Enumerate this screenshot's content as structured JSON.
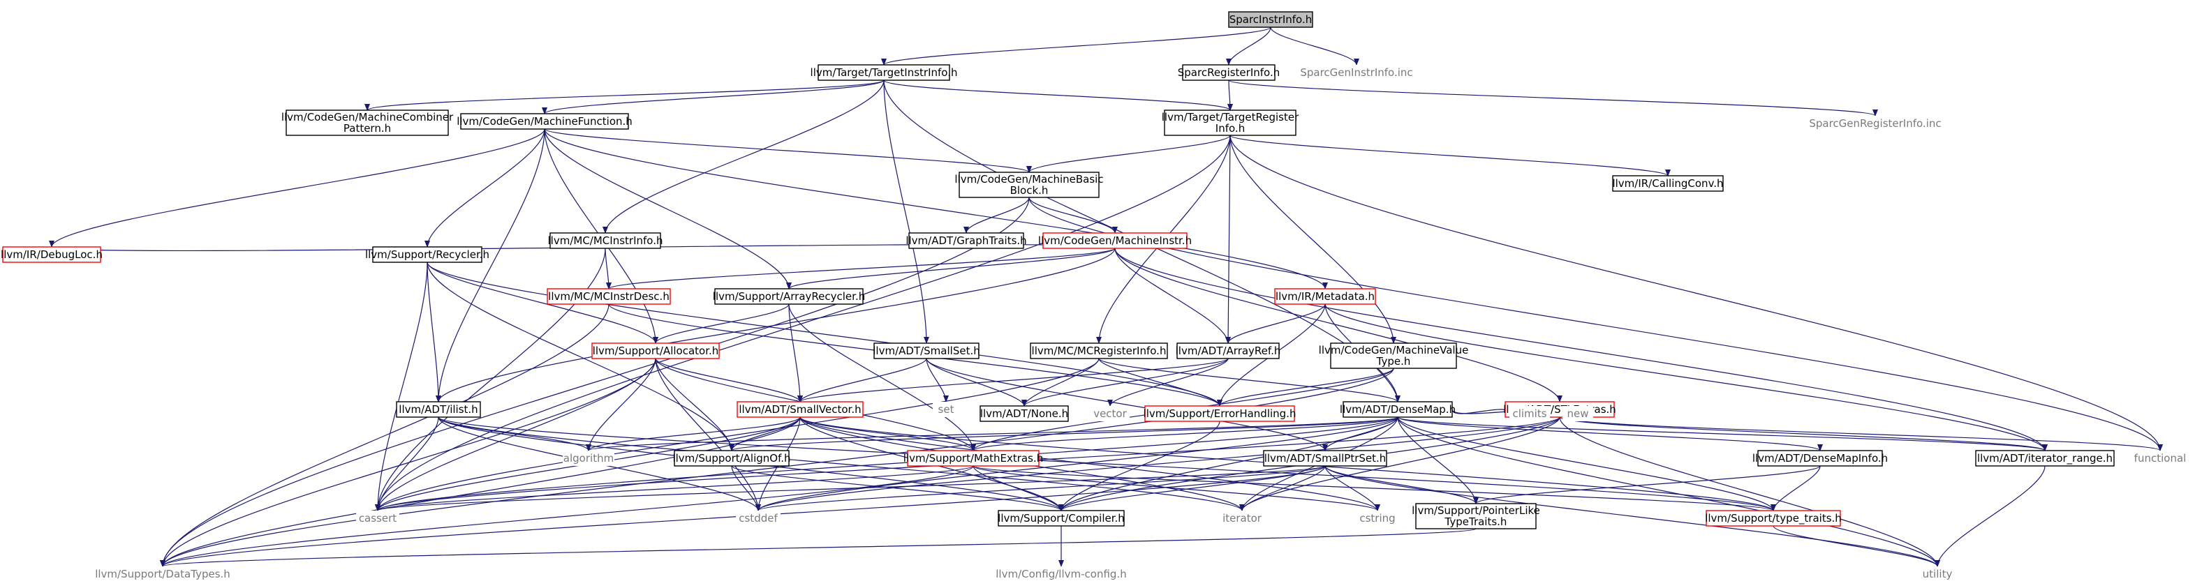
{
  "colors": {
    "edge": "#191970",
    "box_normal": "#000000",
    "box_truncated": "#ff0000",
    "box_root_fill": "#bfbfbf",
    "text_gray": "#7a7a7a"
  },
  "nodes": [
    {
      "id": "root",
      "lines": [
        "SparcInstrInfo.h"
      ],
      "style": "root"
    },
    {
      "id": "tii",
      "lines": [
        "llvm/Target/TargetInstrInfo.h"
      ],
      "style": "normal"
    },
    {
      "id": "sri",
      "lines": [
        "SparcRegisterInfo.h"
      ],
      "style": "normal"
    },
    {
      "id": "sgii",
      "lines": [
        "SparcGenInstrInfo.inc"
      ],
      "style": "plain"
    },
    {
      "id": "mcp",
      "lines": [
        "llvm/CodeGen/MachineCombiner",
        "Pattern.h"
      ],
      "style": "normal"
    },
    {
      "id": "mf",
      "lines": [
        "llvm/CodeGen/MachineFunction.h"
      ],
      "style": "normal"
    },
    {
      "id": "tri",
      "lines": [
        "llvm/Target/TargetRegister",
        "Info.h"
      ],
      "style": "normal"
    },
    {
      "id": "sgri",
      "lines": [
        "SparcGenRegisterInfo.inc"
      ],
      "style": "plain"
    },
    {
      "id": "mbb",
      "lines": [
        "llvm/CodeGen/MachineBasic",
        "Block.h"
      ],
      "style": "normal"
    },
    {
      "id": "cc",
      "lines": [
        "llvm/IR/CallingConv.h"
      ],
      "style": "normal"
    },
    {
      "id": "mcii",
      "lines": [
        "llvm/MC/MCInstrInfo.h"
      ],
      "style": "normal"
    },
    {
      "id": "gt",
      "lines": [
        "llvm/ADT/GraphTraits.h"
      ],
      "style": "normal"
    },
    {
      "id": "mi",
      "lines": [
        "llvm/CodeGen/MachineInstr.h"
      ],
      "style": "red"
    },
    {
      "id": "dl",
      "lines": [
        "llvm/IR/DebugLoc.h"
      ],
      "style": "red"
    },
    {
      "id": "rec",
      "lines": [
        "llvm/Support/Recycler.h"
      ],
      "style": "normal"
    },
    {
      "id": "mcid",
      "lines": [
        "llvm/MC/MCInstrDesc.h"
      ],
      "style": "red"
    },
    {
      "id": "ar",
      "lines": [
        "llvm/Support/ArrayRecycler.h"
      ],
      "style": "normal"
    },
    {
      "id": "md",
      "lines": [
        "llvm/IR/Metadata.h"
      ],
      "style": "red"
    },
    {
      "id": "alloc",
      "lines": [
        "llvm/Support/Allocator.h"
      ],
      "style": "red"
    },
    {
      "id": "ss",
      "lines": [
        "llvm/ADT/SmallSet.h"
      ],
      "style": "normal"
    },
    {
      "id": "mcri",
      "lines": [
        "llvm/MC/MCRegisterInfo.h"
      ],
      "style": "normal"
    },
    {
      "id": "aref",
      "lines": [
        "llvm/ADT/ArrayRef.h"
      ],
      "style": "normal"
    },
    {
      "id": "mvt",
      "lines": [
        "llvm/CodeGen/MachineValue",
        "Type.h"
      ],
      "style": "normal"
    },
    {
      "id": "ilist",
      "lines": [
        "llvm/ADT/ilist.h"
      ],
      "style": "normal"
    },
    {
      "id": "sv",
      "lines": [
        "llvm/ADT/SmallVector.h"
      ],
      "style": "red"
    },
    {
      "id": "set",
      "lines": [
        "set"
      ],
      "style": "plain"
    },
    {
      "id": "none",
      "lines": [
        "llvm/ADT/None.h"
      ],
      "style": "normal"
    },
    {
      "id": "vector",
      "lines": [
        "vector"
      ],
      "style": "plain"
    },
    {
      "id": "eh",
      "lines": [
        "llvm/Support/ErrorHandling.h"
      ],
      "style": "red"
    },
    {
      "id": "dm",
      "lines": [
        "llvm/ADT/DenseMap.h"
      ],
      "style": "normal"
    },
    {
      "id": "stle",
      "lines": [
        "llvm/ADT/STLExtras.h"
      ],
      "style": "red"
    },
    {
      "id": "algorithm",
      "lines": [
        "algorithm"
      ],
      "style": "plain"
    },
    {
      "id": "alignof",
      "lines": [
        "llvm/Support/AlignOf.h"
      ],
      "style": "normal"
    },
    {
      "id": "mathx",
      "lines": [
        "llvm/Support/MathExtras.h"
      ],
      "style": "red"
    },
    {
      "id": "sps",
      "lines": [
        "llvm/ADT/SmallPtrSet.h"
      ],
      "style": "normal"
    },
    {
      "id": "climits",
      "lines": [
        "climits"
      ],
      "style": "plain"
    },
    {
      "id": "new",
      "lines": [
        "new"
      ],
      "style": "plain"
    },
    {
      "id": "dmi",
      "lines": [
        "llvm/ADT/DenseMapInfo.h"
      ],
      "style": "normal"
    },
    {
      "id": "itr",
      "lines": [
        "llvm/ADT/iterator_range.h"
      ],
      "style": "normal"
    },
    {
      "id": "functional",
      "lines": [
        "functional"
      ],
      "style": "plain"
    },
    {
      "id": "cassert",
      "lines": [
        "cassert"
      ],
      "style": "plain"
    },
    {
      "id": "cstddef",
      "lines": [
        "cstddef"
      ],
      "style": "plain"
    },
    {
      "id": "compiler",
      "lines": [
        "llvm/Support/Compiler.h"
      ],
      "style": "normal"
    },
    {
      "id": "iterator",
      "lines": [
        "iterator"
      ],
      "style": "plain"
    },
    {
      "id": "cstring",
      "lines": [
        "cstring"
      ],
      "style": "plain"
    },
    {
      "id": "pltt",
      "lines": [
        "llvm/Support/PointerLike",
        "TypeTraits.h"
      ],
      "style": "normal"
    },
    {
      "id": "tt",
      "lines": [
        "llvm/Support/type_traits.h"
      ],
      "style": "red"
    },
    {
      "id": "utility",
      "lines": [
        "utility"
      ],
      "style": "plain"
    },
    {
      "id": "dt",
      "lines": [
        "llvm/Support/DataTypes.h"
      ],
      "style": "plain"
    },
    {
      "id": "cfg",
      "lines": [
        "llvm/Config/llvm-config.h"
      ],
      "style": "plain"
    }
  ],
  "edges": [
    [
      "root",
      "tii"
    ],
    [
      "root",
      "sri"
    ],
    [
      "root",
      "sgii"
    ],
    [
      "tii",
      "mcp"
    ],
    [
      "tii",
      "mf"
    ],
    [
      "tii",
      "tri"
    ],
    [
      "tii",
      "mcii"
    ],
    [
      "tii",
      "ss"
    ],
    [
      "tii",
      "dm"
    ],
    [
      "sri",
      "tri"
    ],
    [
      "sri",
      "sgri"
    ],
    [
      "mf",
      "mbb"
    ],
    [
      "mf",
      "dl"
    ],
    [
      "mf",
      "rec"
    ],
    [
      "mf",
      "ar"
    ],
    [
      "mf",
      "alloc"
    ],
    [
      "mf",
      "ilist"
    ],
    [
      "mf",
      "md"
    ],
    [
      "tri",
      "mbb"
    ],
    [
      "tri",
      "cc"
    ],
    [
      "tri",
      "mcri"
    ],
    [
      "tri",
      "aref"
    ],
    [
      "tri",
      "mvt"
    ],
    [
      "tri",
      "functional"
    ],
    [
      "tri",
      "cassert"
    ],
    [
      "mbb",
      "gt"
    ],
    [
      "mbb",
      "mi"
    ],
    [
      "mbb",
      "dt"
    ],
    [
      "mbb",
      "functional"
    ],
    [
      "mcii",
      "mcid"
    ],
    [
      "mcii",
      "cassert"
    ],
    [
      "mi",
      "dl"
    ],
    [
      "mi",
      "mcid"
    ],
    [
      "mi",
      "ar"
    ],
    [
      "mi",
      "aref"
    ],
    [
      "mi",
      "stle"
    ],
    [
      "mi",
      "itr"
    ],
    [
      "mi",
      "ilist"
    ],
    [
      "rec",
      "alloc"
    ],
    [
      "rec",
      "alignof"
    ],
    [
      "rec",
      "ilist"
    ],
    [
      "rec",
      "cassert"
    ],
    [
      "rec",
      "eh"
    ],
    [
      "mcid",
      "eh"
    ],
    [
      "mcid",
      "dt"
    ],
    [
      "ar",
      "alloc"
    ],
    [
      "ar",
      "sv"
    ],
    [
      "ar",
      "mathx"
    ],
    [
      "md",
      "aref"
    ],
    [
      "md",
      "eh"
    ],
    [
      "md",
      "dm"
    ],
    [
      "md",
      "itr"
    ],
    [
      "alloc",
      "sv"
    ],
    [
      "alloc",
      "alignof"
    ],
    [
      "alloc",
      "mathx"
    ],
    [
      "alloc",
      "algorithm"
    ],
    [
      "alloc",
      "cassert"
    ],
    [
      "alloc",
      "cstddef"
    ],
    [
      "alloc",
      "dt"
    ],
    [
      "ss",
      "none"
    ],
    [
      "ss",
      "sps"
    ],
    [
      "ss",
      "set"
    ],
    [
      "ss",
      "sv"
    ],
    [
      "mcri",
      "none"
    ],
    [
      "mcri",
      "dm"
    ],
    [
      "mcri",
      "eh"
    ],
    [
      "mcri",
      "cassert"
    ],
    [
      "aref",
      "none"
    ],
    [
      "aref",
      "sv"
    ],
    [
      "aref",
      "vector"
    ],
    [
      "mvt",
      "eh"
    ],
    [
      "mvt",
      "mathx"
    ],
    [
      "mvt",
      "dt"
    ],
    [
      "ilist",
      "algorithm"
    ],
    [
      "ilist",
      "cassert"
    ],
    [
      "ilist",
      "cstddef"
    ],
    [
      "ilist",
      "compiler"
    ],
    [
      "ilist",
      "iterator"
    ],
    [
      "ilist",
      "tt"
    ],
    [
      "sv",
      "alignof"
    ],
    [
      "sv",
      "mathx"
    ],
    [
      "sv",
      "compiler"
    ],
    [
      "sv",
      "algorithm"
    ],
    [
      "sv",
      "cassert"
    ],
    [
      "sv",
      "cstddef"
    ],
    [
      "sv",
      "cstring"
    ],
    [
      "sv",
      "iterator"
    ],
    [
      "sv",
      "dt"
    ],
    [
      "sv",
      "tt"
    ],
    [
      "eh",
      "compiler"
    ],
    [
      "dm",
      "alignof"
    ],
    [
      "dm",
      "mathx"
    ],
    [
      "dm",
      "sps"
    ],
    [
      "dm",
      "dmi"
    ],
    [
      "dm",
      "itr"
    ],
    [
      "dm",
      "pltt"
    ],
    [
      "dm",
      "tt"
    ],
    [
      "dm",
      "algorithm"
    ],
    [
      "dm",
      "climits"
    ],
    [
      "dm",
      "new"
    ],
    [
      "dm",
      "cassert"
    ],
    [
      "dm",
      "cstddef"
    ],
    [
      "dm",
      "iterator"
    ],
    [
      "dm",
      "utility"
    ],
    [
      "dm",
      "compiler"
    ],
    [
      "stle",
      "itr"
    ],
    [
      "stle",
      "functional"
    ],
    [
      "stle",
      "cassert"
    ],
    [
      "stle",
      "cstddef"
    ],
    [
      "stle",
      "iterator"
    ],
    [
      "stle",
      "utility"
    ],
    [
      "stle",
      "compiler"
    ],
    [
      "alignof",
      "compiler"
    ],
    [
      "alignof",
      "cstddef"
    ],
    [
      "mathx",
      "compiler"
    ],
    [
      "mathx",
      "dt"
    ],
    [
      "mathx",
      "cassert"
    ],
    [
      "mathx",
      "cstring"
    ],
    [
      "mathx",
      "tt"
    ],
    [
      "sps",
      "compiler"
    ],
    [
      "sps",
      "pltt"
    ],
    [
      "sps",
      "cassert"
    ],
    [
      "sps",
      "cstddef"
    ],
    [
      "sps",
      "cstring"
    ],
    [
      "sps",
      "iterator"
    ],
    [
      "sps",
      "utility"
    ],
    [
      "sps",
      "dt"
    ],
    [
      "dmi",
      "pltt"
    ],
    [
      "dmi",
      "tt"
    ],
    [
      "itr",
      "utility"
    ],
    [
      "compiler",
      "cfg"
    ],
    [
      "pltt",
      "dt"
    ],
    [
      "tt",
      "utility"
    ]
  ]
}
